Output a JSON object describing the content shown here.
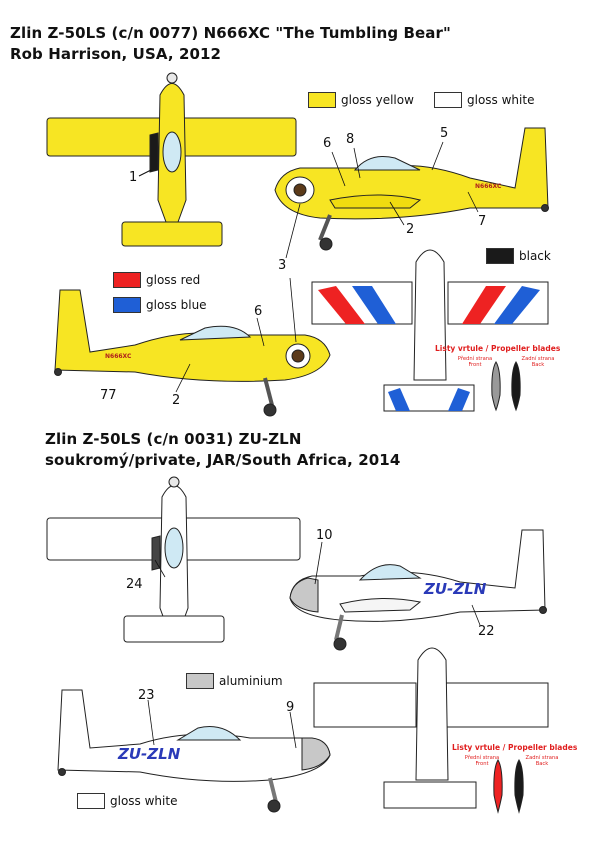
{
  "scheme1": {
    "title_line1": "Zlin Z-50LS (c/n 0077) N666XC \"The Tumbling Bear\"",
    "title_line2": "Rob Harrison, USA, 2012",
    "registration": "N666XC"
  },
  "scheme2": {
    "title_line1": "Zlin Z-50LS (c/n 0031) ZU-ZLN",
    "title_line2": "soukromý/private, JAR/South Africa, 2014",
    "registration": "ZU-ZLN"
  },
  "legend": {
    "gloss_yellow": "gloss yellow",
    "gloss_white": "gloss white",
    "black": "black",
    "gloss_red": "gloss red",
    "gloss_blue": "gloss blue",
    "aluminium": "aluminium",
    "gloss_white_2": "gloss white"
  },
  "colors": {
    "yellow": "#f7e523",
    "white": "#ffffff",
    "black": "#1a1a1a",
    "red": "#ee2222",
    "blue": "#1f5fd6",
    "aluminium": "#c8c8c8",
    "reg_blue": "#2a3ab8"
  },
  "callouts": {
    "n1": "1",
    "n2a": "2",
    "n2b": "2",
    "n3": "3",
    "n5": "5",
    "n6a": "6",
    "n6b": "6",
    "n7": "7",
    "n77": "77",
    "n8": "8",
    "n9": "9",
    "n10": "10",
    "n22": "22",
    "n23": "23",
    "n24": "24"
  },
  "propeller": {
    "title": "Listy vrtule / Propeller blades",
    "front_cz": "Přední strana",
    "front_en": "Front",
    "back_cz": "Zadní strana",
    "back_en": "Back"
  }
}
